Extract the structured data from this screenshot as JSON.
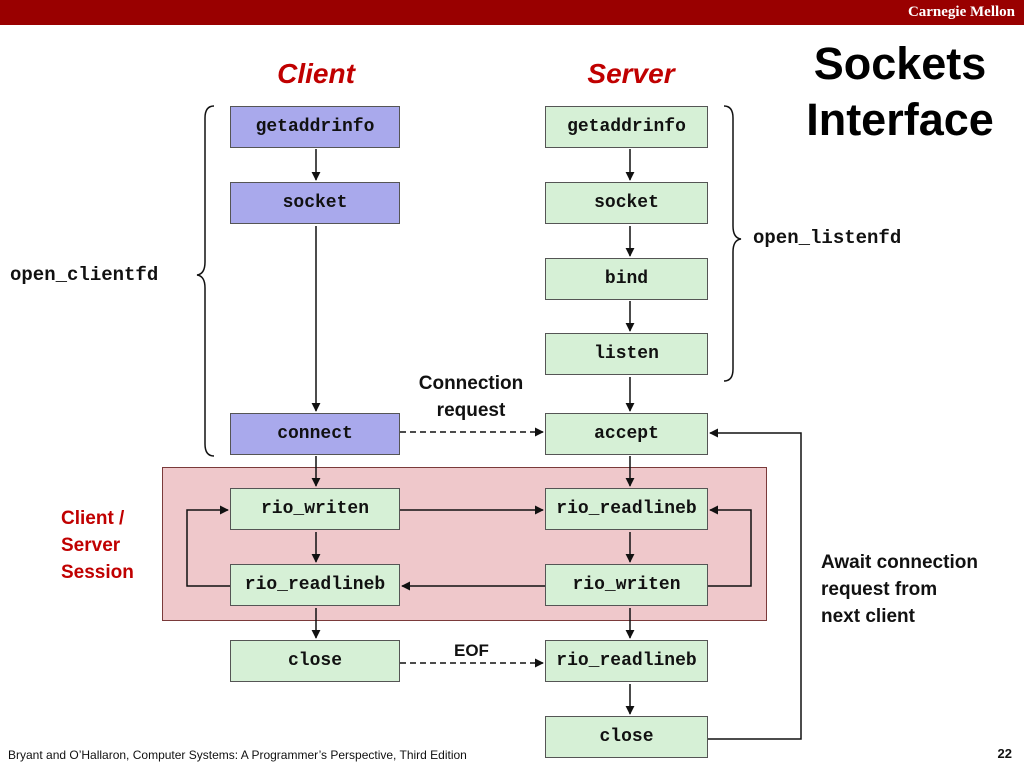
{
  "header": {
    "brand": "Carnegie Mellon"
  },
  "title": {
    "line1": "Sockets",
    "line2": "Interface"
  },
  "columns": {
    "client": "Client",
    "server": "Server"
  },
  "client_boxes": {
    "getaddrinfo": "getaddrinfo",
    "socket": "socket",
    "connect": "connect",
    "rio_writen": "rio_writen",
    "rio_readlineb": "rio_readlineb",
    "close": "close"
  },
  "server_boxes": {
    "getaddrinfo": "getaddrinfo",
    "socket": "socket",
    "bind": "bind",
    "listen": "listen",
    "accept": "accept",
    "rio_readlineb": "rio_readlineb",
    "rio_writen": "rio_writen",
    "rio_readlineb_eof": "rio_readlineb",
    "close": "close"
  },
  "labels": {
    "open_clientfd": "open_clientfd",
    "open_listenfd": "open_listenfd",
    "connection_request_1": "Connection",
    "connection_request_2": "request",
    "eof": "EOF",
    "session_1": "Client /",
    "session_2": "Server",
    "session_3": "Session",
    "await_1": "Await connection",
    "await_2": "request from",
    "await_3": "next client"
  },
  "footer": {
    "citation": "Bryant and O’Hallaron, Computer Systems: A Programmer’s Perspective, Third Edition",
    "page": "22"
  },
  "colors": {
    "topbar": "#990000",
    "heading_red": "#c00000",
    "client_box": "#a9a9ec",
    "server_box": "#d6f0d6",
    "session_bg": "#efc8cb"
  }
}
